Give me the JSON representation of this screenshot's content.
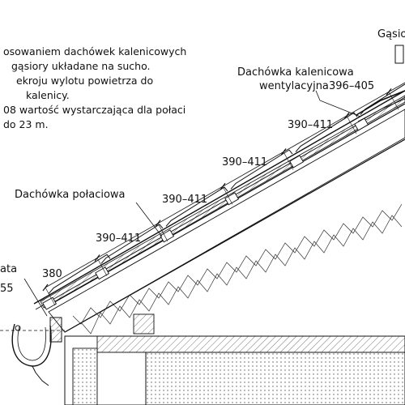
{
  "notes": [
    "osowaniem dachówek kalenicowych",
    "gąsiory układane na sucho.",
    "ekroju wylotu powietrza do",
    "kalenicy.",
    "08 wartość wystarczająca dla połaci",
    " do 23 m."
  ],
  "labels": {
    "gasior": "Gąsio",
    "ridge_tile_line1": "Dachówka kalenicowa",
    "ridge_tile_line2": "wentylacyjna",
    "roof_tile": "Dachówka połaciowa",
    "eaves_fragment": "ata"
  },
  "dimensions": {
    "d_396_405": "396–405",
    "d_390_411_a": "390–411",
    "d_390_411_b": "390–411",
    "d_390_411_c": "390–411",
    "d_390_411_d": "390–411",
    "d_380": "380",
    "d_55": "55"
  },
  "colors": {
    "line": "#111111",
    "background": "#ffffff",
    "hatch": "#555555"
  }
}
